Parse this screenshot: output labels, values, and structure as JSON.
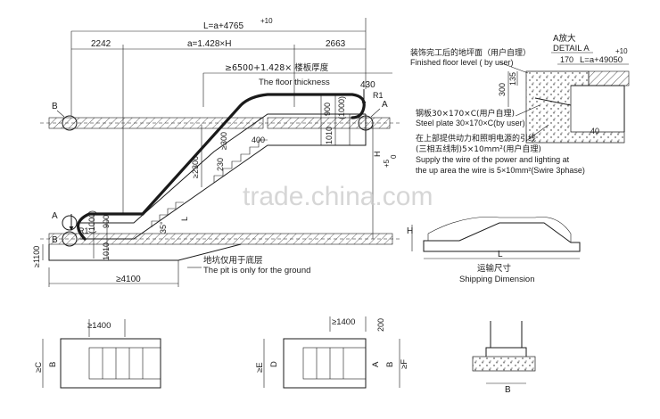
{
  "dimensions": {
    "total_length": "L=a+4765",
    "total_length_tol": "+10",
    "left_offset": "2242",
    "a_formula": "a=1.428×H",
    "right_offset": "2663",
    "floor_thickness_formula": "≥6500+1.428× 楼板厚度",
    "floor_thickness_en": "The floor thickness",
    "top_end": "430",
    "h900_top": "900",
    "h1000_top": "(1000)",
    "h1010_top": "1010",
    "step_300": "≥300",
    "step_400": "400",
    "step_230": "230",
    "rise_2300": "≥2300",
    "h900_bottom": "900",
    "h1000_bottom": "(1000)",
    "h1010_bottom": "1010",
    "pit_1100": "≥1100",
    "pit_4100": "≥4100",
    "h_label": "H",
    "h_tol": "+5",
    "h_tol2": "0",
    "angle": "35°",
    "l_label": "L",
    "plan_1400_left": "≥1400",
    "plan_1400_right": "≥1400",
    "plan_200": "200"
  },
  "labels": {
    "B_top": "B",
    "A_top": "A",
    "R1_top": "R1",
    "A_bottom": "A",
    "R1_bottom": "R1",
    "B_bottom": "B"
  },
  "pit_note": {
    "cn": "地坑仅用于底层",
    "en": "The pit is only for the ground"
  },
  "detail": {
    "title_cn": "A放大",
    "title_en": "DETAIL A",
    "length_formula": "L=a+49050",
    "length_tol": "+10",
    "dim_170": "170",
    "dim_135": "135",
    "dim_300": "300",
    "dim_40": "40",
    "floor_cn": "装饰完工后的地坪面（用户自理）",
    "floor_en": "Finished floor level ( by user)",
    "plate_cn": "钢板30×170×C(用户自理)",
    "plate_en": "Steel plate 30×170×C(by user)",
    "wire_cn1": "在上部提供动力和照明电源的引线",
    "wire_cn2": "(三相五线制)5×10mm²(用户自理)",
    "wire_en1": "Supply the wire of the power and lighting at",
    "wire_en2": "the up area the wire is 5×10mm²(Swire 3phase)"
  },
  "shipping": {
    "h_label": "H",
    "l_label": "L",
    "title_cn": "运输尺寸",
    "title_en": "Shipping Dimension"
  },
  "plan": {
    "c_label": "≥C",
    "b_label": "B",
    "e_label": "≥E",
    "d_label": "D",
    "a_label": "A",
    "b2_label": "B",
    "f_label": "≥F",
    "b3_label": "B"
  },
  "watermark": "trade.china.com"
}
